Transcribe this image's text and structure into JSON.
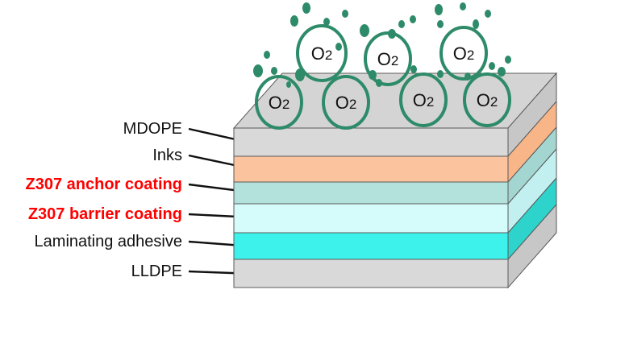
{
  "diagram": {
    "layers": [
      {
        "label": "MDOPE",
        "highlight": false,
        "front_color": "#d9d9d9",
        "side_color": "#c7c7c7"
      },
      {
        "label": "Inks",
        "highlight": false,
        "front_color": "#fcc39f",
        "side_color": "#f8b588"
      },
      {
        "label": "Z307 anchor coating",
        "highlight": true,
        "front_color": "#b3e2dc",
        "side_color": "#a3d6d0"
      },
      {
        "label": "Z307 barrier coating",
        "highlight": true,
        "front_color": "#d6fbfb",
        "side_color": "#c2f0f0"
      },
      {
        "label": "Laminating adhesive",
        "highlight": false,
        "front_color": "#3df2ea",
        "side_color": "#2ed3cb"
      },
      {
        "label": "LLDPE",
        "highlight": false,
        "front_color": "#d9d9d9",
        "side_color": "#c7c7c7"
      }
    ],
    "top_surface_color": "#d4d4d4",
    "label_color": "#111111",
    "highlight_color": "#ff0000",
    "molecule_ring_color": "#2e8b6a",
    "bubble_color": "#2e8b6a",
    "molecules": [
      {
        "main": "O",
        "sub": "2"
      },
      {
        "main": "O",
        "sub": "2"
      },
      {
        "main": "O",
        "sub": "2"
      },
      {
        "main": "O",
        "sub": "2"
      },
      {
        "main": "O",
        "sub": "2"
      },
      {
        "main": "O",
        "sub": "2"
      },
      {
        "main": "O",
        "sub": "2"
      }
    ]
  }
}
